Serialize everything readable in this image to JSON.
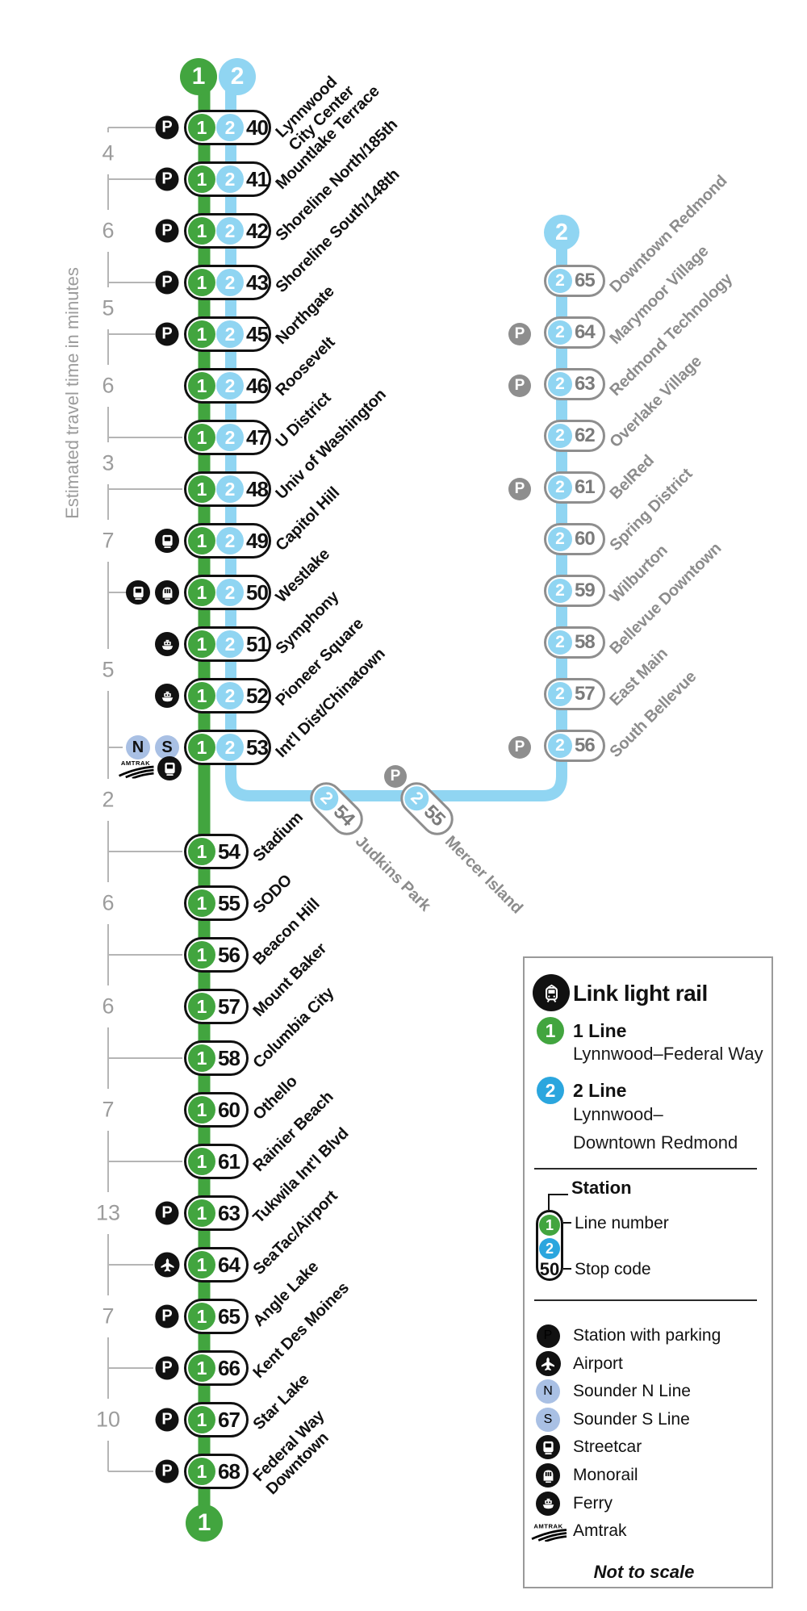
{
  "colors": {
    "line1_green": "#42a53f",
    "line2_route_blue": "#90d5f2",
    "line2_brand_blue": "#2ba6de",
    "sounder_blue": "#a9c0e4",
    "black": "#111111",
    "gray": "#8e8e8e",
    "gray_code": "#7b7b7b",
    "gray_label": "#8c8c8c",
    "bracket_gray": "#b5b5b5"
  },
  "axis": {
    "label": "Estimated travel time in minutes"
  },
  "lines": {
    "line1": {
      "number": "1"
    },
    "line2": {
      "number": "2"
    }
  },
  "main_stations": [
    {
      "code": "40",
      "name": "Lynnwood City Center",
      "name_lines": [
        "Lynnwood",
        "City Center"
      ],
      "icons": [
        "parking"
      ],
      "lines": "12"
    },
    {
      "code": "41",
      "name": "Mountlake Terrace",
      "icons": [
        "parking"
      ],
      "lines": "12"
    },
    {
      "code": "42",
      "name": "Shoreline North/185th",
      "icons": [
        "parking"
      ],
      "lines": "12"
    },
    {
      "code": "43",
      "name": "Shoreline South/148th",
      "icons": [
        "parking"
      ],
      "lines": "12"
    },
    {
      "code": "45",
      "name": "Northgate",
      "icons": [
        "parking"
      ],
      "lines": "12"
    },
    {
      "code": "46",
      "name": "Roosevelt",
      "icons": [],
      "lines": "12"
    },
    {
      "code": "47",
      "name": "U District",
      "icons": [],
      "lines": "12"
    },
    {
      "code": "48",
      "name": "Univ of Washington",
      "icons": [],
      "lines": "12"
    },
    {
      "code": "49",
      "name": "Capitol Hill",
      "icons": [
        "streetcar"
      ],
      "lines": "12"
    },
    {
      "code": "50",
      "name": "Westlake",
      "icons": [
        "streetcar",
        "monorail"
      ],
      "lines": "12"
    },
    {
      "code": "51",
      "name": "Symphony",
      "icons": [
        "ferry"
      ],
      "lines": "12"
    },
    {
      "code": "52",
      "name": "Pioneer Square",
      "icons": [
        "ferry"
      ],
      "lines": "12"
    },
    {
      "code": "53",
      "name": "Int'l Dist/Chinatown",
      "icons": [
        "sounder-n",
        "sounder-s"
      ],
      "row2_icons": [
        "amtrak",
        "streetcar"
      ],
      "lines": "12"
    },
    {
      "code": "54",
      "name": "Stadium",
      "icons": [],
      "lines": "1"
    },
    {
      "code": "55",
      "name": "SODO",
      "icons": [],
      "lines": "1"
    },
    {
      "code": "56",
      "name": "Beacon Hill",
      "icons": [],
      "lines": "1"
    },
    {
      "code": "57",
      "name": "Mount Baker",
      "icons": [],
      "lines": "1"
    },
    {
      "code": "58",
      "name": "Columbia City",
      "icons": [],
      "lines": "1"
    },
    {
      "code": "60",
      "name": "Othello",
      "icons": [],
      "lines": "1"
    },
    {
      "code": "61",
      "name": "Rainier Beach",
      "icons": [],
      "lines": "1"
    },
    {
      "code": "63",
      "name": "Tukwila Int'l Blvd",
      "icons": [
        "parking"
      ],
      "lines": "1"
    },
    {
      "code": "64",
      "name": "SeaTac/Airport",
      "icons": [
        "airport"
      ],
      "lines": "1"
    },
    {
      "code": "65",
      "name": "Angle Lake",
      "icons": [
        "parking"
      ],
      "lines": "1"
    },
    {
      "code": "66",
      "name": "Kent Des Moines",
      "icons": [
        "parking"
      ],
      "lines": "1"
    },
    {
      "code": "67",
      "name": "Star Lake",
      "icons": [
        "parking"
      ],
      "lines": "1"
    },
    {
      "code": "68",
      "name": "Federal Way Downtown",
      "name_lines": [
        "Federal Way",
        "Downtown"
      ],
      "icons": [
        "parking"
      ],
      "lines": "1"
    }
  ],
  "branch_stations": [
    {
      "code": "65",
      "name": "Downtown Redmond",
      "icons": []
    },
    {
      "code": "64",
      "name": "Marymoor Village",
      "icons": [
        "parking"
      ]
    },
    {
      "code": "63",
      "name": "Redmond Technology",
      "icons": [
        "parking"
      ]
    },
    {
      "code": "62",
      "name": "Overlake Village",
      "icons": []
    },
    {
      "code": "61",
      "name": "BelRed",
      "icons": [
        "parking"
      ]
    },
    {
      "code": "60",
      "name": "Spring District",
      "icons": []
    },
    {
      "code": "59",
      "name": "Wilburton",
      "icons": []
    },
    {
      "code": "58",
      "name": "Bellevue Downtown",
      "icons": []
    },
    {
      "code": "57",
      "name": "East Main",
      "icons": []
    },
    {
      "code": "56",
      "name": "South Bellevue",
      "icons": [
        "parking"
      ]
    }
  ],
  "interline_stations": [
    {
      "code": "54",
      "name": "Judkins Park",
      "icons": []
    },
    {
      "code": "55",
      "name": "Mercer Island",
      "icons": [
        "parking"
      ]
    }
  ],
  "travel_segments": [
    {
      "from": "40",
      "to": "41",
      "minutes": 4
    },
    {
      "from": "41",
      "to": "43",
      "minutes": 6
    },
    {
      "from": "43",
      "to": "45",
      "minutes": 5
    },
    {
      "from": "45",
      "to": "47",
      "minutes": 6
    },
    {
      "from": "47",
      "to": "48",
      "minutes": 3
    },
    {
      "from": "48",
      "to": "50",
      "minutes": 7
    },
    {
      "from": "50",
      "to": "53",
      "minutes": 5
    },
    {
      "from": "53",
      "to": "54",
      "minutes": 2
    },
    {
      "from": "54",
      "to": "56",
      "minutes": 6
    },
    {
      "from": "56",
      "to": "58",
      "minutes": 6
    },
    {
      "from": "58",
      "to": "61",
      "minutes": 7
    },
    {
      "from": "61",
      "to": "64",
      "minutes": 13
    },
    {
      "from": "64",
      "to": "66",
      "minutes": 7
    },
    {
      "from": "66",
      "to": "68",
      "minutes": 10
    }
  ],
  "legend": {
    "title": "Link light rail",
    "line1": {
      "bullet": "1",
      "name": "1 Line",
      "route": "Lynnwood–Federal Way"
    },
    "line2": {
      "bullet": "2",
      "name": "2 Line",
      "route_lines": [
        "Lynnwood–",
        "Downtown Redmond"
      ]
    },
    "station_example": {
      "title": "Station",
      "bullet1": "1",
      "bullet2": "2",
      "example_code": "50",
      "line_number_label": "Line number",
      "stop_code_label": "Stop code"
    },
    "symbols": [
      {
        "icon": "parking",
        "label": "Station with parking"
      },
      {
        "icon": "airport",
        "label": "Airport"
      },
      {
        "icon": "sounder-n",
        "label": "Sounder N Line"
      },
      {
        "icon": "sounder-s",
        "label": "Sounder S Line"
      },
      {
        "icon": "streetcar",
        "label": "Streetcar"
      },
      {
        "icon": "monorail",
        "label": "Monorail"
      },
      {
        "icon": "ferry",
        "label": "Ferry"
      },
      {
        "icon": "amtrak",
        "label": "Amtrak"
      }
    ],
    "note": "Not to scale"
  }
}
